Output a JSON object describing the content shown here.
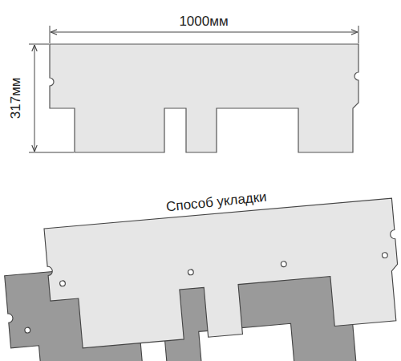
{
  "diagram": {
    "labels": [
      "1000мм",
      "317мм",
      "Способ укладки"
    ]
  }
}
